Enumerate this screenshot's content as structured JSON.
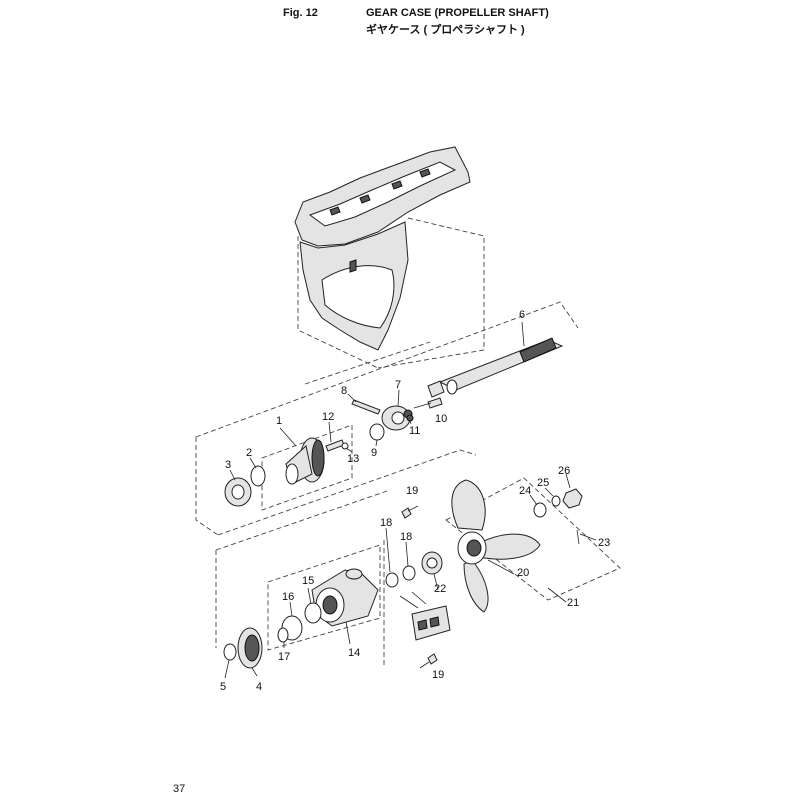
{
  "header": {
    "fig": "Fig. 12",
    "title_en": "GEAR CASE (PROPELLER SHAFT)",
    "title_jp": "ギヤケース ( プロペラシャフト )"
  },
  "page_number": "37",
  "callouts": {
    "p1": "1",
    "p2": "2",
    "p3": "3",
    "p4": "4",
    "p5": "5",
    "p6": "6",
    "p7": "7",
    "p8": "8",
    "p9": "9",
    "p10": "10",
    "p11": "11",
    "p12": "12",
    "p13": "13",
    "p14": "14",
    "p15": "15",
    "p16": "16",
    "p17": "17",
    "p18a": "18",
    "p18b": "18",
    "p19a": "19",
    "p19b": "19",
    "p20": "20",
    "p21": "21",
    "p22": "22",
    "p23": "23",
    "p24": "24",
    "p25": "25",
    "p26": "26"
  }
}
